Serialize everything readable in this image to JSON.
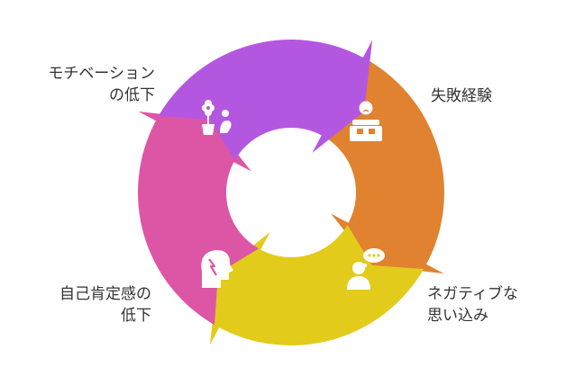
{
  "diagram": {
    "type": "cycle",
    "stages": [
      {
        "id": "failure",
        "lines": [
          "失敗経験"
        ],
        "color": "#E0822F",
        "icon": "person-desk-icon"
      },
      {
        "id": "negative",
        "lines": [
          "ネガティブな",
          "思い込み"
        ],
        "color": "#E2CB1A",
        "icon": "person-thought-bubble-icon"
      },
      {
        "id": "selfesteem",
        "lines": [
          "自己肯定感の",
          "低下"
        ],
        "color": "#DD56A6",
        "icon": "head-profile-icon"
      },
      {
        "id": "motivation",
        "lines": [
          "モチベーション",
          "の低下"
        ],
        "color": "#B457E0",
        "icon": "wilted-flower-icon"
      }
    ]
  }
}
